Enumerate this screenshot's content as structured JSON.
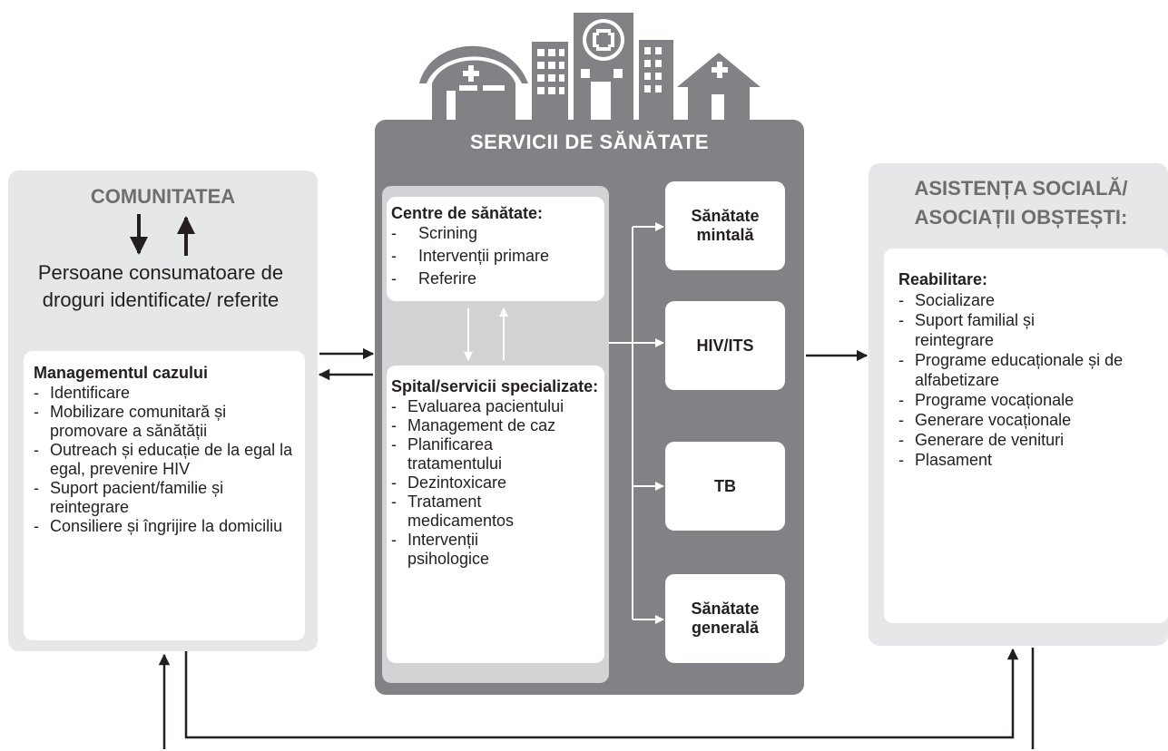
{
  "health_services": {
    "title": "SERVICII DE SĂNĂTATE",
    "health_centers": {
      "title": "Centre de sănătate:",
      "items": [
        "Scrining",
        "Intervenții primare",
        "Referire"
      ]
    },
    "hospital": {
      "title": "Spital/servicii specializate:",
      "items": [
        "Evaluarea pacientului",
        "Management de caz",
        "Planificarea tratamentului",
        "Dezintoxicare",
        "Tratament medicamentos",
        "Intervenții psihologice"
      ]
    },
    "services": [
      "Sănătate mintală",
      "HIV/ITS",
      "TB",
      "Sănătate generală"
    ]
  },
  "community": {
    "title": "COMUNITATEA",
    "subtitle": "Persoane consumatoare de droguri identificate/ referite",
    "case_management": {
      "title": "Managementul cazului",
      "items": [
        "Identificare",
        "Mobilizare comunitară și promovare a sănătății",
        "Outreach și educație de la egal la egal, prevenire HIV",
        "Suport pacient/familie și reintegrare",
        "Consiliere și îngrijire la domiciliu"
      ]
    }
  },
  "social": {
    "title": "ASISTENȚA SOCIALĂ/ ASOCIAȚII OBȘTEȘTI:",
    "rehab": {
      "title": "Reabilitare:",
      "items": [
        "Socializare",
        "Suport familial și reintegrare",
        "Programe educaționale și de alfabetizare",
        "Programe vocaționale",
        "Generare vocaționale",
        "Generare de venituri",
        "Plasament"
      ]
    }
  },
  "colors": {
    "dark_panel": "#808285",
    "light_panel": "#e6e7e8",
    "inner_panel": "#d1d3d4",
    "heading_gray": "#6d6e71",
    "arrow": "#231f20"
  },
  "icons": [
    "clinic-icon",
    "apartment-building-icon",
    "hospital-icon",
    "office-building-icon",
    "house-icon"
  ]
}
